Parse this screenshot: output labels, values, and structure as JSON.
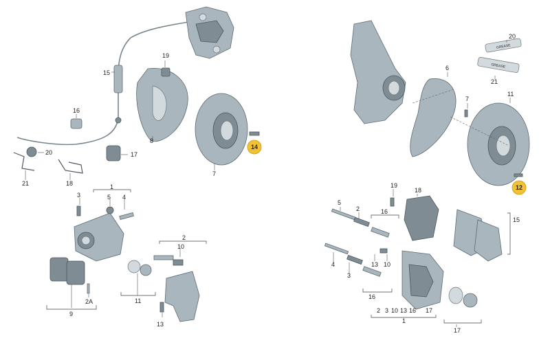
{
  "diagram": {
    "left_assembly": {
      "labels": [
        "15",
        "19",
        "16",
        "8",
        "7",
        "20",
        "17",
        "21",
        "18",
        "1",
        "3",
        "5",
        "4",
        "2",
        "10",
        "11",
        "9",
        "2A",
        "13"
      ],
      "highlight": "14"
    },
    "right_assembly": {
      "labels": [
        "20",
        "21",
        "6",
        "7",
        "11",
        "19",
        "18",
        "5",
        "2",
        "16",
        "15",
        "4",
        "3",
        "13",
        "10",
        "1",
        "17"
      ],
      "highlight": "12",
      "bottom_row": [
        "2",
        "3",
        "10",
        "13",
        "16",
        "17"
      ]
    },
    "tube_labels": [
      "GREASE",
      "GREASE"
    ],
    "highlight_color": "#f2c234"
  }
}
